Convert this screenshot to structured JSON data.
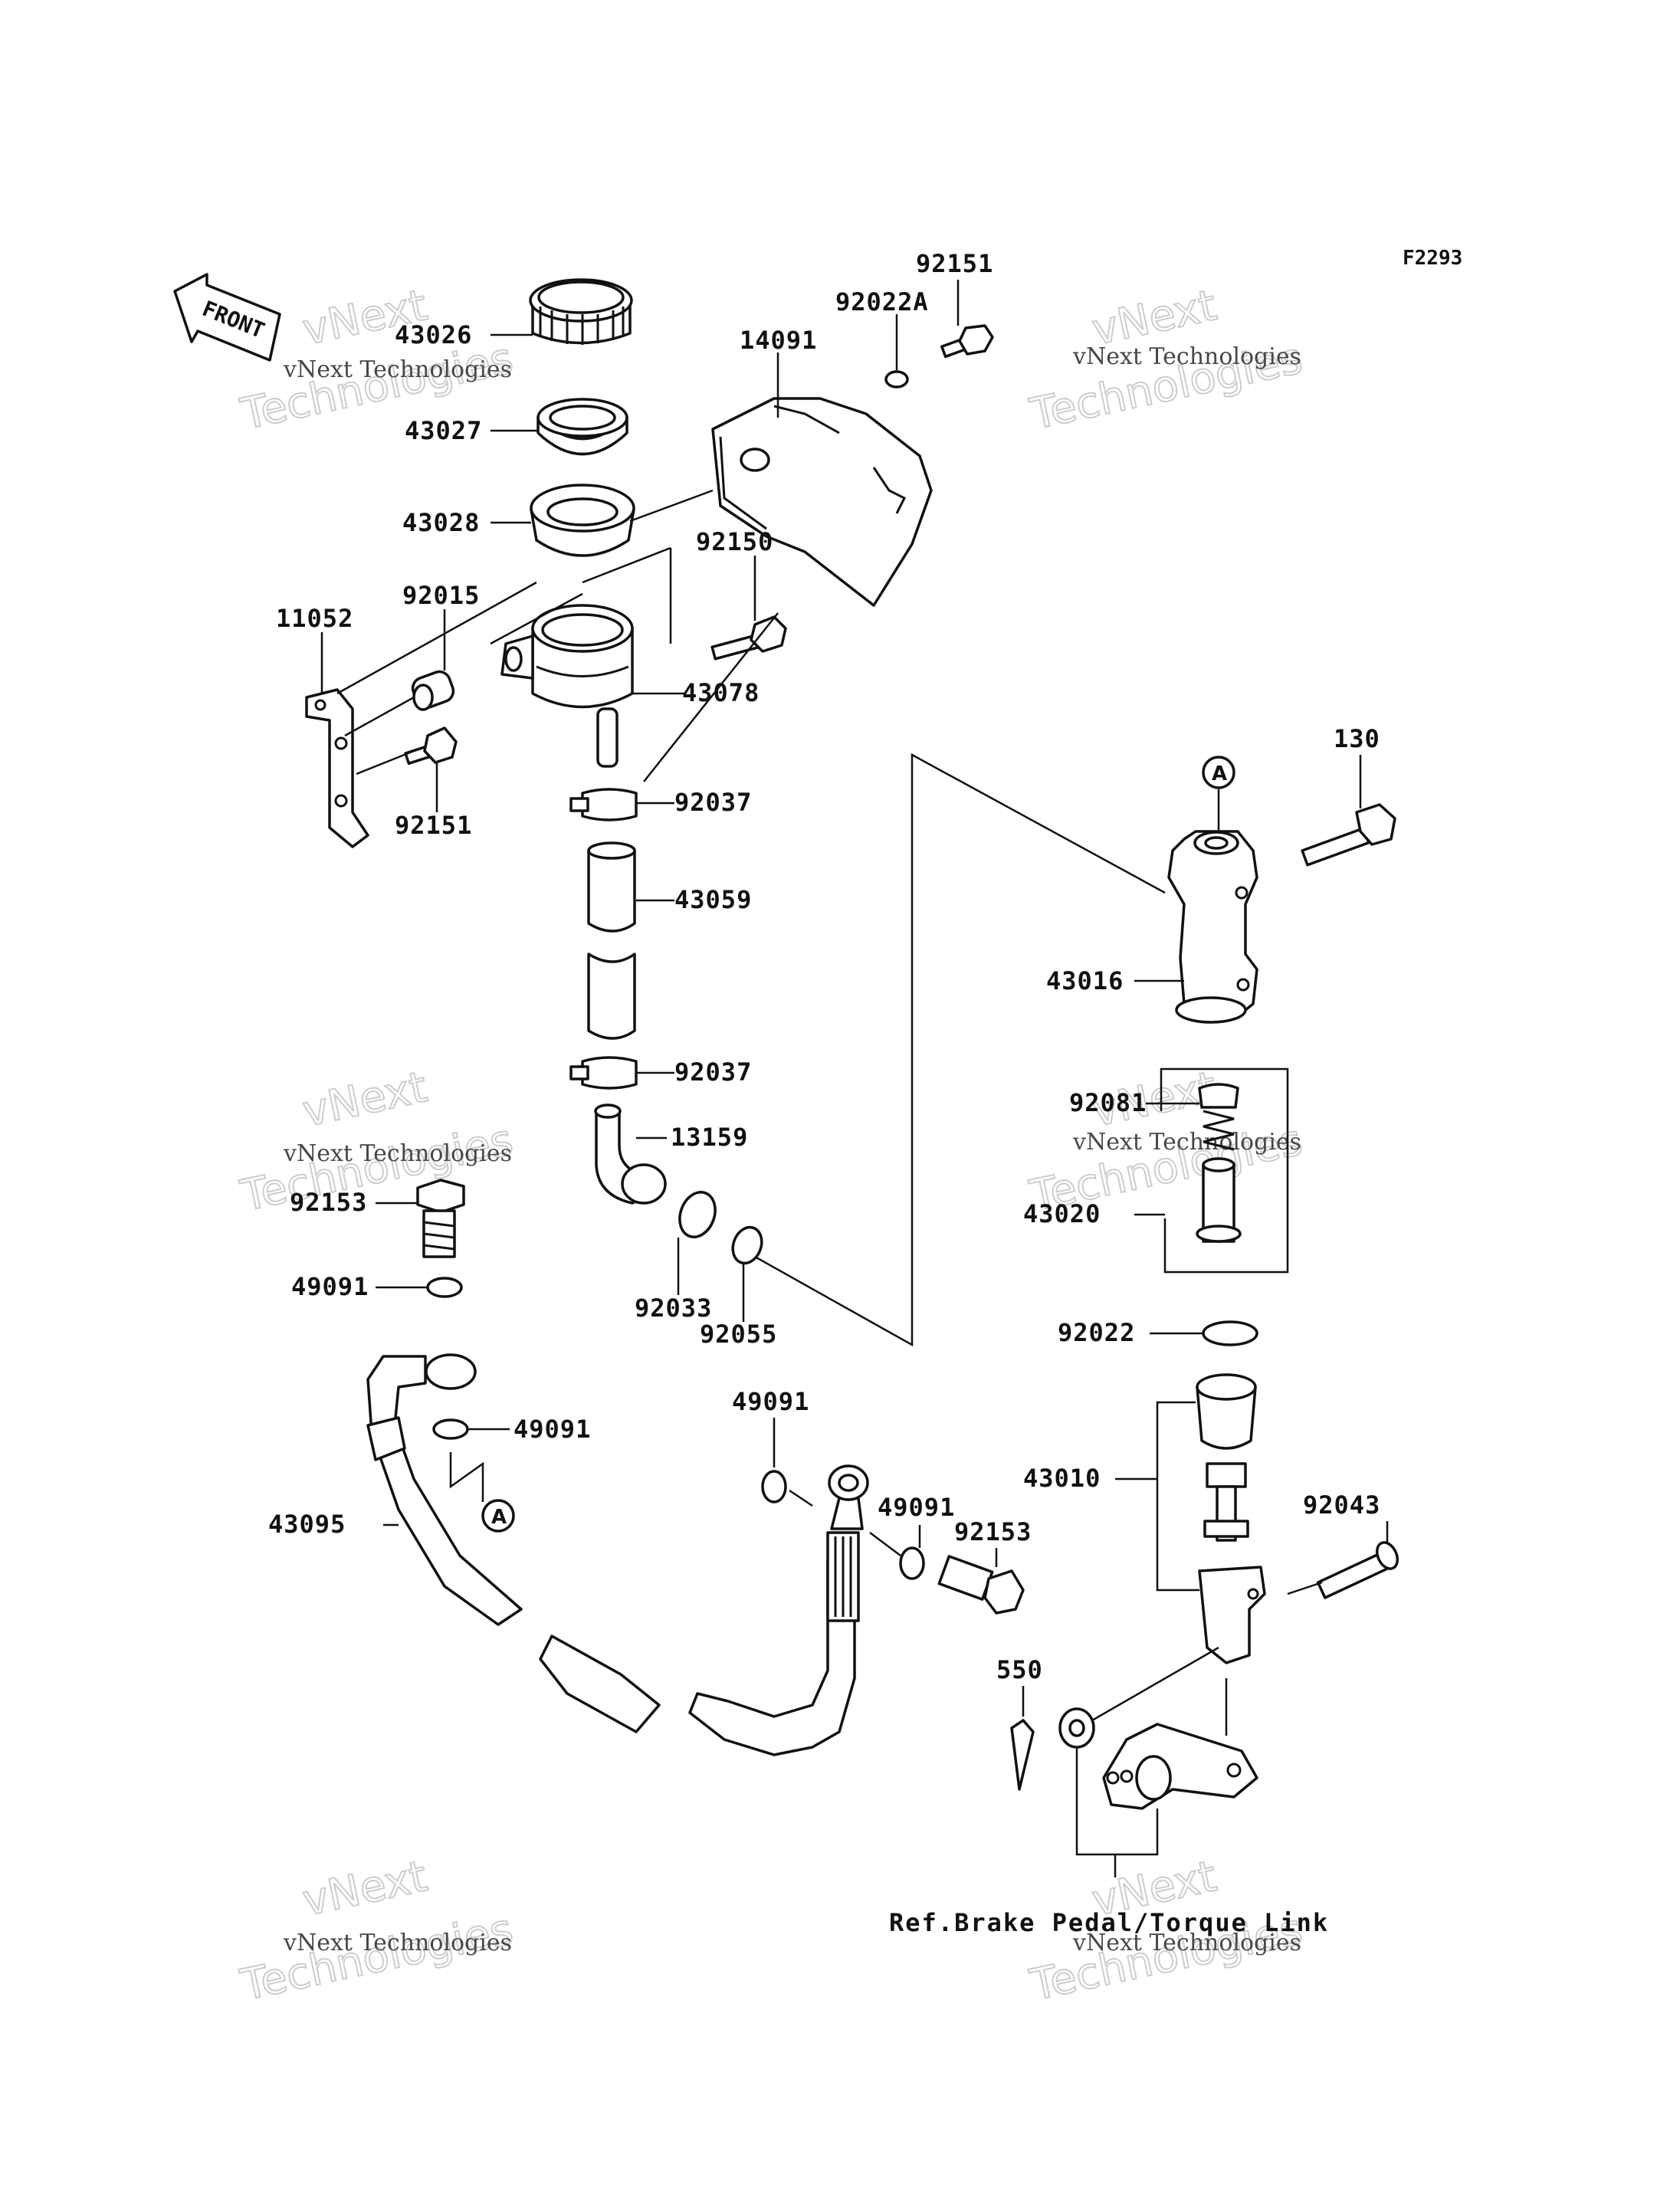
{
  "figure_id": "F2293",
  "front_label": "FRONT",
  "ref_note": "Ref.Brake Pedal/Torque Link",
  "marker_letter": "A",
  "watermark": {
    "line1": "vNext Technologies",
    "line2": "vNext",
    "line3": "Technologies"
  },
  "labels": {
    "l43026": "43026",
    "l43027": "43027",
    "l43028": "43028",
    "l14091": "14091",
    "l92022A": "92022A",
    "l92151_top": "92151",
    "l92150": "92150",
    "l11052": "11052",
    "l92015": "92015",
    "l43078": "43078",
    "l92151_bottom": "92151",
    "l92037_a": "92037",
    "l43059": "43059",
    "l92037_b": "92037",
    "l13159": "13159",
    "l92033": "92033",
    "l92055": "92055",
    "l92153_left": "92153",
    "l49091_a": "49091",
    "l49091_b": "49091",
    "l43095": "43095",
    "l49091_c": "49091",
    "l49091_d": "49091",
    "l92153_mid": "92153",
    "l550": "550",
    "l130": "130",
    "l43016": "43016",
    "l92081": "92081",
    "l43020": "43020",
    "l92022": "92022",
    "l43010": "43010",
    "l92043": "92043"
  }
}
